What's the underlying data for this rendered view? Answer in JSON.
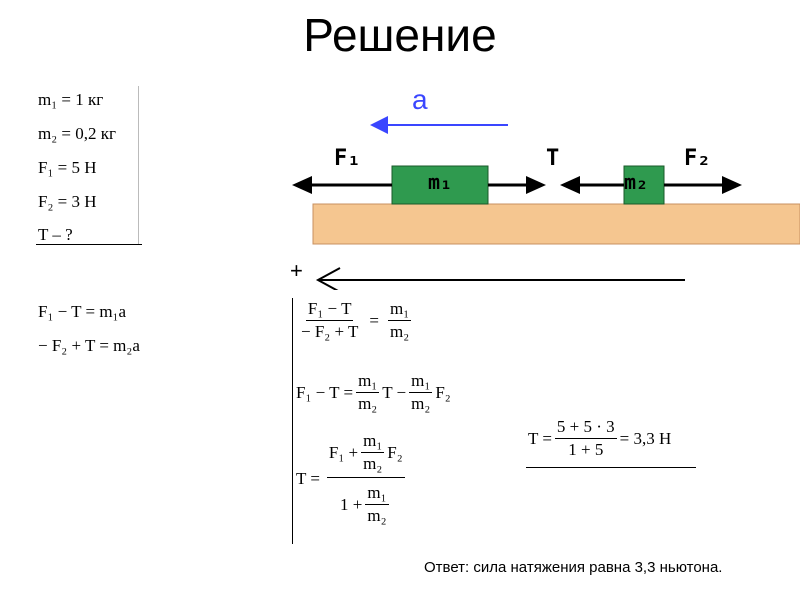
{
  "title": "Решение",
  "given": [
    "m₁ = 1 кг",
    "m₂ = 0,2 кг",
    "F₁ = 5 Н",
    "F₂ = 3 Н",
    "T – ?"
  ],
  "system": [
    "F₁ − T = m₁a",
    "− F₂ + T = m₂a"
  ],
  "diagram": {
    "accel_label": "a",
    "F1_label": "F₁",
    "T_label": "T",
    "F2_label": "F₂",
    "m1_label": "m₁",
    "m2_label": "m₂",
    "plus_label": "+"
  },
  "derivation": {
    "step1": {
      "num_left": "F₁ − T",
      "den_left": "− F₂ + T",
      "eq": "=",
      "num_right": "m₁",
      "den_right": "m₂"
    },
    "step2": {
      "left": "F₁ − T =",
      "frac1_num": "m₁",
      "frac1_den": "m₂",
      "mid": "T −",
      "frac2_num": "m₁",
      "frac2_den": "m₂",
      "end": "F₂"
    },
    "step3": {
      "lhs": "T =",
      "top_left": "F₁ +",
      "top_frac_num": "m₁",
      "top_frac_den": "m₂",
      "top_right": "F₂",
      "bottom_left": "1 +",
      "bottom_frac_num": "m₁",
      "bottom_frac_den": "m₂"
    },
    "result": {
      "lhs": "T =",
      "num": "5 + 5 · 3",
      "den": "1 + 5",
      "rhs": "= 3,3 Н"
    }
  },
  "answer": "Ответ: сила натяжения равна 3,3 ньютона.",
  "colors": {
    "block": "#2f9a4f",
    "block_border": "#1a5a2a",
    "floor": "#f5c690",
    "floor_border": "#c89060",
    "accel_arrow": "#3a46ff",
    "accel_text": "#3a46ff"
  }
}
